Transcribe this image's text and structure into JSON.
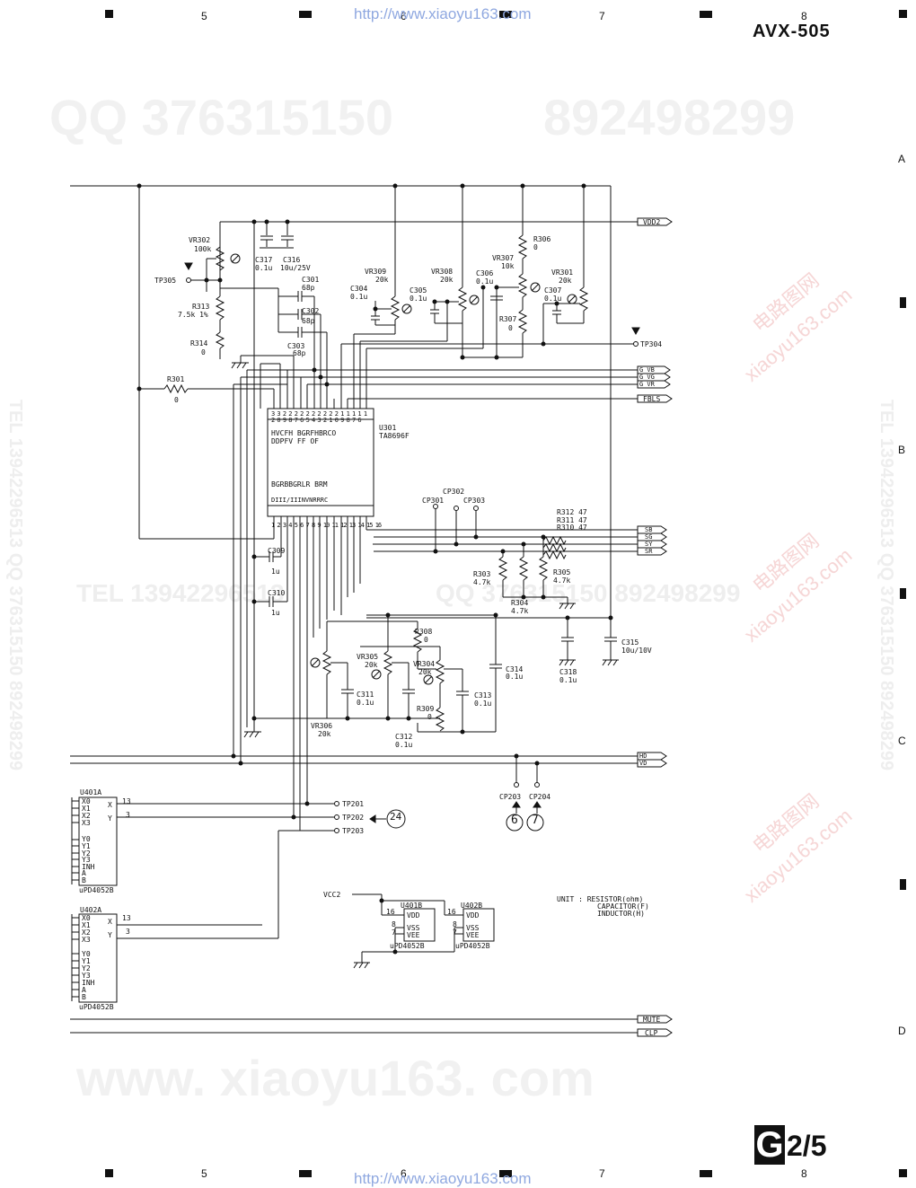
{
  "header": {
    "url_top": "http://www.xiaoyu163.com",
    "url_bottom": "http://www.xiaoyu163.com",
    "model": "AVX-505",
    "column_numbers": [
      "5",
      "6",
      "7",
      "8"
    ],
    "row_letters": [
      "A",
      "B",
      "C",
      "D"
    ]
  },
  "watermarks": {
    "qq_line": "QQ 376315150",
    "qq_number_2": "892498299",
    "tel_line": "TEL 13942296513",
    "qq_mid": "QQ 376315150 892498299",
    "site_big": "www. xiaoyu163. com",
    "side_left": "TEL 13942296513 QQ 376315150 892498299",
    "side_right": "TEL 13942296513 QQ 376315150 892498299",
    "cn_a": "电路图网",
    "cn_b": "xiaoyu163.com"
  },
  "components": {
    "vr302": "VR302",
    "vr302_val": "100k",
    "tp305": "TP305",
    "r313": "R313",
    "r313_val": "7.5k 1%",
    "r314": "R314",
    "r314_val": "0",
    "r301": "R301",
    "r301_val": "0",
    "c317": "C317",
    "c317_val": "0.1u",
    "c316": "C316",
    "c316_val": "10u/25V",
    "c301": "C301",
    "c301_val": "68p",
    "c302": "C302",
    "c302_val": "68p",
    "c303": "C303",
    "c303_val": "68p",
    "vr309": "VR309",
    "vr309_val": "20k",
    "c304": "C304",
    "c304_val": "0.1u",
    "c305": "C305",
    "c305_val": "0.1u",
    "vr308": "VR308",
    "vr308_val": "20k",
    "c306": "C306",
    "c306_val": "0.1u",
    "vr307": "VR307",
    "vr307_val": "10k",
    "r306": "R306",
    "r306_val": "0",
    "r307": "R307",
    "r307_val": "0",
    "vr301": "VR301",
    "vr301_val": "20k",
    "c307": "C307",
    "c307_val": "0.1u",
    "tp304": "TP304",
    "u301": "U301",
    "u301_part": "TA8696F",
    "cp302": "CP302",
    "cp301": "CP301",
    "cp303": "CP303",
    "r312": "R312 47",
    "r311": "R311 47",
    "r310": "R310 47",
    "r303": "R303",
    "r303_val": "4.7k",
    "r305": "R305",
    "r305_val": "4.7k",
    "r304": "R304",
    "r304_val": "4.7k",
    "c309": "C309",
    "c309_val": "1u",
    "c310": "C310",
    "c310_val": "1u",
    "c315": "C315",
    "c315_val": "10u/10V",
    "c318": "C318",
    "c318_val": "0.1u",
    "r308": "R308",
    "r308_val": "0",
    "vr305": "VR305",
    "vr305_val": "20k",
    "vr304": "VR304",
    "vr304_val": "20k",
    "c314": "C314",
    "c314_val": "0.1u",
    "c311": "C311",
    "c311_val": "0.1u",
    "c313": "C313",
    "c313_val": "0.1u",
    "r309": "R309",
    "r309_val": "0",
    "vr306": "VR306",
    "vr306_val": "20k",
    "c312": "C312",
    "c312_val": "0.1u",
    "cp203": "CP203",
    "cp204": "CP204",
    "tp201": "TP201",
    "tp202": "TP202",
    "tp203": "TP203",
    "u401a": "U401A",
    "u401a_part": "uPD4052B",
    "u402a": "U402A",
    "u402a_part": "uPD4052B",
    "u401b": "U401B",
    "u401b_part": "uPD4052B",
    "u402b": "U402B",
    "u402b_part": "uPD4052B",
    "vcc2": "VCC2"
  },
  "connectors": {
    "vdd2": "VDD2",
    "g_vb": "G VB",
    "g_vg": "G VG",
    "g_vr": "G VR",
    "fbls": "FBLS",
    "sb": "SB",
    "sg": "SG",
    "sy": "SY",
    "sr": "SR",
    "hd": "HD",
    "vd": "VD",
    "mute": "MUTE",
    "clp": "CLP",
    "ref_6": "6",
    "ref_7": "7",
    "ref_24": "24"
  },
  "ic_pins": {
    "top": "3 3 2 2 2 2 2 2 2 2 2 2 1 1 1 1 1",
    "top2": "2 0 9 8 7 6 5 4 3 2 1 0 9 8 7 6",
    "bottom": "1 2 3 4 5 6 7 8 9 10 11 12 13 14 15 16",
    "top_func": "HVCFH  BGRFHBRCO",
    "top_func2": "DDPFV  FF OF",
    "bottom_func": "BGRBBGRLR BRM",
    "bottom_func2": "DIII/IIINVNRRRC"
  },
  "switch_pins": {
    "x0": "X0",
    "x1": "X1",
    "x2": "X2",
    "x3": "X3",
    "y0": "Y0",
    "y1": "Y1",
    "y2": "Y2",
    "y3": "Y3",
    "inh": "INH",
    "a": "A",
    "b": "B",
    "x": "X",
    "y": "Y",
    "n13": "13",
    "n3": "3",
    "vdd": "VDD",
    "vss": "VSS",
    "vee": "VEE",
    "n16": "16",
    "n8": "8",
    "n7": "7"
  },
  "notes": {
    "unit": "UNIT : RESISTOR(ohm)",
    "cap": "CAPACITOR(F)",
    "ind": "INDUCTOR(H)"
  },
  "page": {
    "sheet_letter": "G",
    "sheet_fraction": "2/5"
  }
}
